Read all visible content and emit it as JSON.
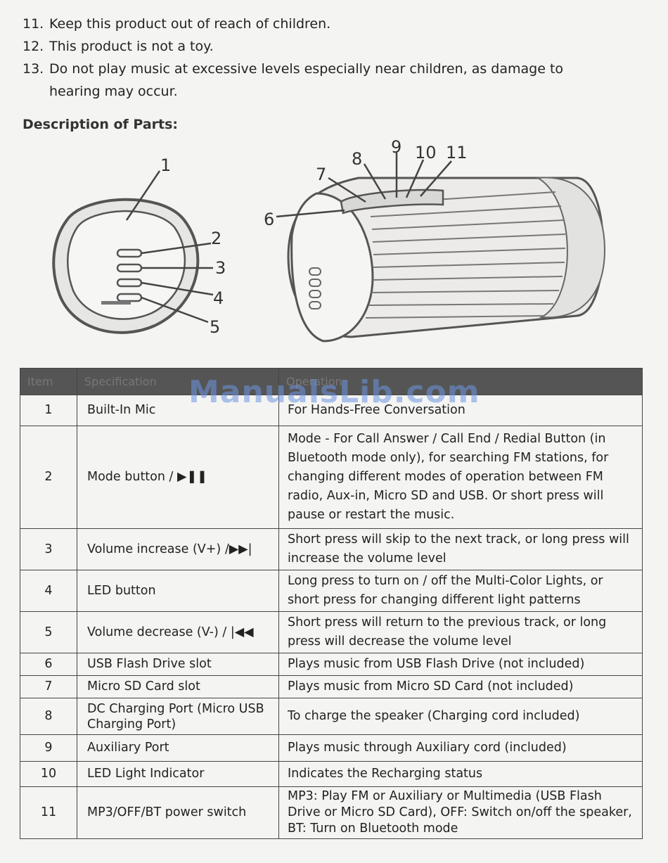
{
  "safety": [
    {
      "num": "11.",
      "text": "Keep this product out of reach of children."
    },
    {
      "num": "12.",
      "text": "This product is not a toy."
    },
    {
      "num": "13.",
      "text": "Do not play music at excessive levels especially near children, as damage to",
      "cont": "hearing may occur."
    }
  ],
  "section_heading": "Description of Parts:",
  "callouts": [
    "1",
    "2",
    "3",
    "4",
    "5",
    "6",
    "7",
    "8",
    "9",
    "10",
    "11"
  ],
  "watermark": "ManualsLib.com",
  "table": {
    "headers": [
      "Item",
      "Specification",
      "Operation"
    ],
    "rows": [
      {
        "item": "1",
        "spec": "Built-In Mic",
        "op": "For Hands-Free Conversation"
      },
      {
        "item": "2",
        "spec": "Mode button / ▶❚❚",
        "op": "Mode - For Call Answer / Call End / Redial Button (in Bluetooth mode only), for searching FM stations, for changing different modes of operation between FM radio, Aux-in, Micro SD and USB. Or short press will pause or restart the music."
      },
      {
        "item": "3",
        "spec": "Volume increase (V+) /▶▶|",
        "op": "Short press will skip to the next track, or long press will increase the volume level"
      },
      {
        "item": "4",
        "spec": "LED button",
        "op": "Long press to turn on / off the Multi-Color Lights, or short press for changing different light patterns"
      },
      {
        "item": "5",
        "spec": "Volume decrease (V-) / |◀◀",
        "op": "Short press will return to the previous track, or long press will decrease the volume level"
      },
      {
        "item": "6",
        "spec": "USB Flash Drive slot",
        "op": "Plays music from USB Flash Drive (not included)"
      },
      {
        "item": "7",
        "spec": "Micro SD Card slot",
        "op": "Plays music from Micro SD Card (not included)"
      },
      {
        "item": "8",
        "spec": "DC Charging Port (Micro USB Charging Port)",
        "op": "To charge the speaker (Charging cord included)"
      },
      {
        "item": "9",
        "spec": "Auxiliary Port",
        "op": "Plays music through Auxiliary cord (included)"
      },
      {
        "item": "10",
        "spec": "LED Light Indicator",
        "op": "Indicates the Recharging status"
      },
      {
        "item": "11",
        "spec": "MP3/OFF/BT power switch",
        "op": "MP3: Play FM or Auxiliary or Multimedia (USB Flash Drive or Micro SD Card), OFF: Switch on/off the speaker, BT: Turn on Bluetooth mode"
      }
    ]
  }
}
